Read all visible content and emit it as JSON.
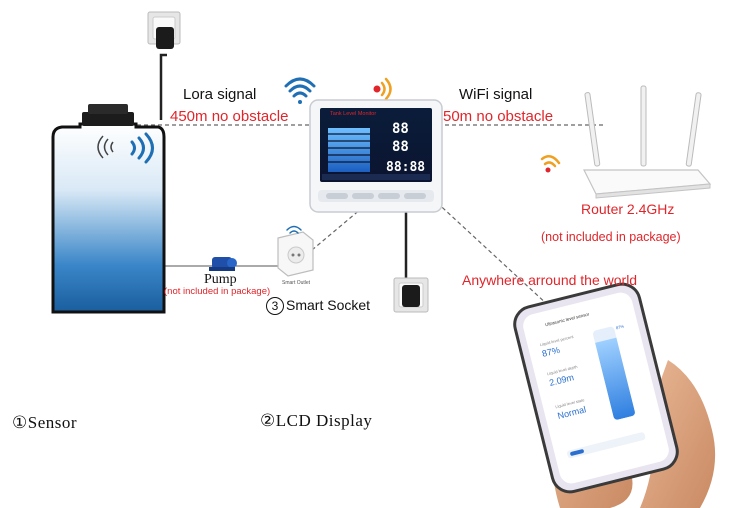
{
  "links": {
    "lora_title": "Lora signal",
    "lora_range": "450m no obstacle",
    "wifi_title": "WiFi signal",
    "wifi_range": "50m no obstacle"
  },
  "router": {
    "name": "Router 2.4GHz",
    "note": "(not included in package)"
  },
  "pump": {
    "name": "Pump",
    "note": "(not included in package)"
  },
  "socket": {
    "number": "3",
    "name": "Smart Socket",
    "tag": "Smart Outlet"
  },
  "remote": {
    "text": "Anywhere arround the world"
  },
  "captions": {
    "sensor": "①Sensor",
    "display": "②LCD Display"
  },
  "lcd": {
    "screen_title": "Tank Level Monitor",
    "reading_1": "88",
    "reading_2": "88",
    "reading_3": "88:88"
  },
  "phone": {
    "app_title": "Ultrasonic level sensor",
    "level_label": "Liquid level percent",
    "level_value": "87%",
    "bar_percent": "87%",
    "depth_label": "Liquid level depth",
    "depth_value": "2.09m",
    "state_label": "Liquid level state",
    "state_value": "Normal",
    "level_fraction": 0.87
  },
  "colors": {
    "accent_red": "#e0262b",
    "wifi_blue": "#1f6fb5",
    "signal_orange": "#f0a020",
    "water_blue": "#2a7dc9",
    "device_white": "#f4f6f8"
  },
  "icons": {
    "wifi": "wifi-signal-icon",
    "lora": "lora-signal-icon",
    "outlet": "wall-outlet-icon"
  }
}
